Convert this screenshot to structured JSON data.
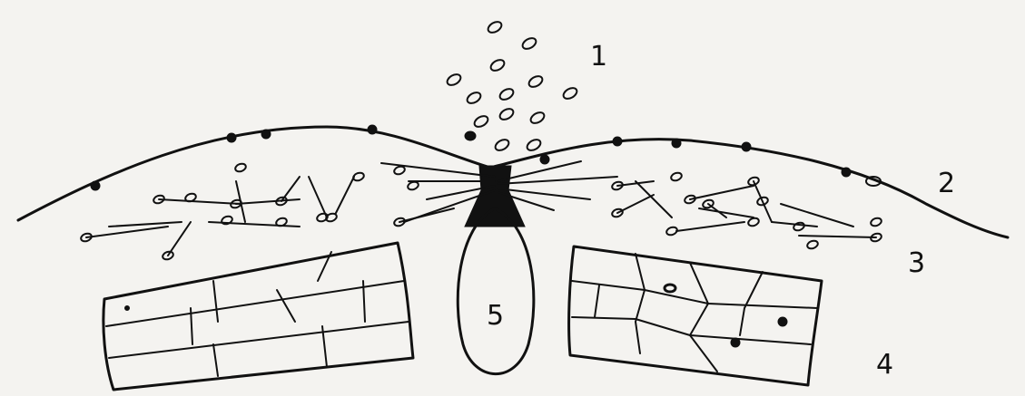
{
  "diagram": {
    "labels": [
      {
        "key": "1",
        "text": "1"
      },
      {
        "key": "2",
        "text": "2"
      },
      {
        "key": "3",
        "text": "3"
      },
      {
        "key": "4",
        "text": "4"
      },
      {
        "key": "5",
        "text": "5"
      }
    ],
    "colors": {
      "ink": "#111111",
      "paper": "#f4f3f0"
    }
  }
}
